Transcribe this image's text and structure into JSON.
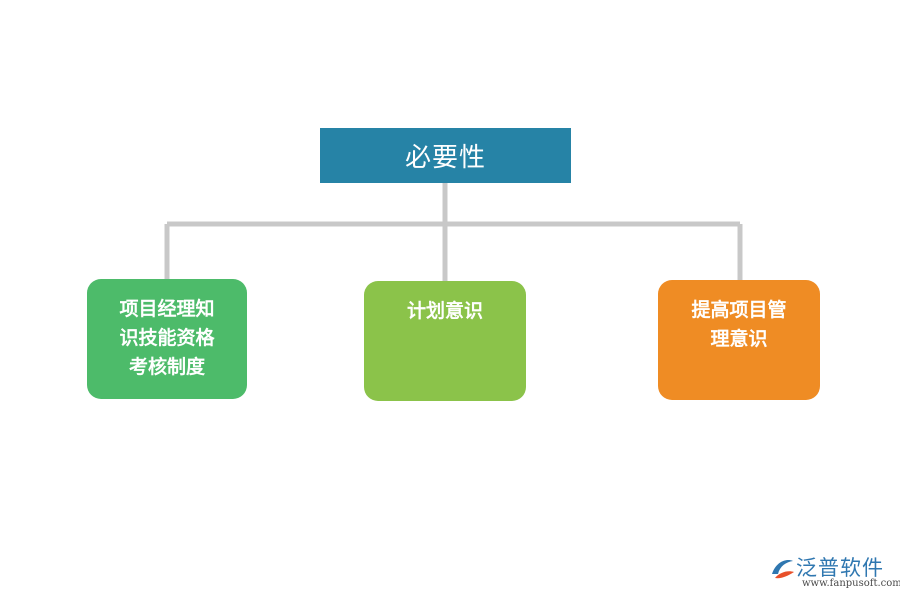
{
  "diagram": {
    "root": {
      "label": "必要性",
      "color": "#2683a6"
    },
    "children": [
      {
        "label": "项目经理知\n识技能资格\n考核制度",
        "color": "#4dbb6a"
      },
      {
        "label": "计划意识",
        "color": "#8bc34a"
      },
      {
        "label": "提高项目管\n理意识",
        "color": "#ef8c24"
      }
    ],
    "connector_color": "#c8c8c8"
  },
  "watermark": {
    "brand": "泛普软件",
    "url": "www.fanpusoft.com",
    "brand_color": "#2f77b0",
    "logo_accent": "#e8502a"
  }
}
